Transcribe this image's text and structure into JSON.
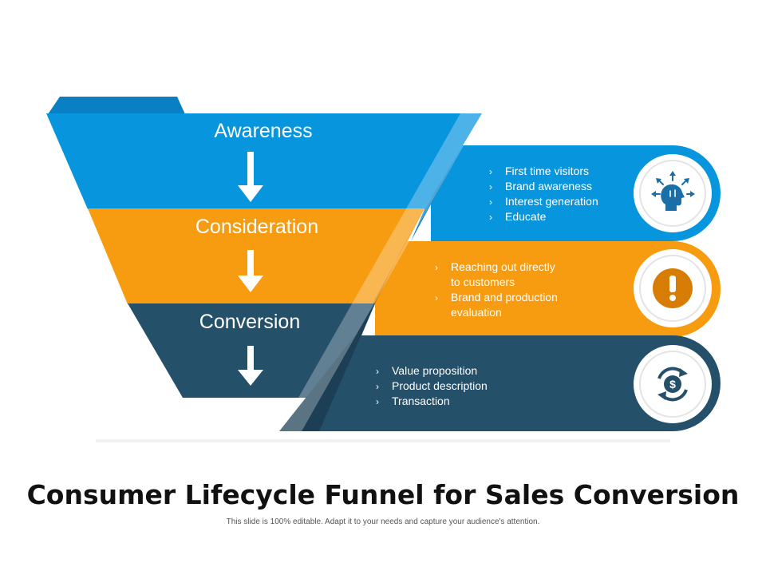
{
  "slide": {
    "title": "Consumer Lifecycle Funnel for Sales Conversion",
    "subtitle": "This slide is 100% editable. Adapt it to your needs and capture your audience's attention."
  },
  "colors": {
    "blue": "#0795de",
    "blue_dark": "#0a7fc4",
    "orange": "#f79b10",
    "orange_dark": "#d77d06",
    "navy": "#25506a",
    "navy_dark": "#1c3f55",
    "white": "#ffffff"
  },
  "stages": [
    {
      "label": "Awareness",
      "icon": "head-arrows-icon",
      "bullets": [
        "First time visitors",
        "Brand awareness",
        "Interest generation",
        "Educate"
      ]
    },
    {
      "label": "Consideration",
      "icon": "exclamation-icon",
      "bullets": [
        "Reaching out directly",
        "to customers",
        "Brand and production",
        "evaluation"
      ]
    },
    {
      "label": "Conversion",
      "icon": "dollar-cycle-icon",
      "bullets": [
        "Value proposition",
        "Product description",
        "Transaction"
      ]
    }
  ]
}
